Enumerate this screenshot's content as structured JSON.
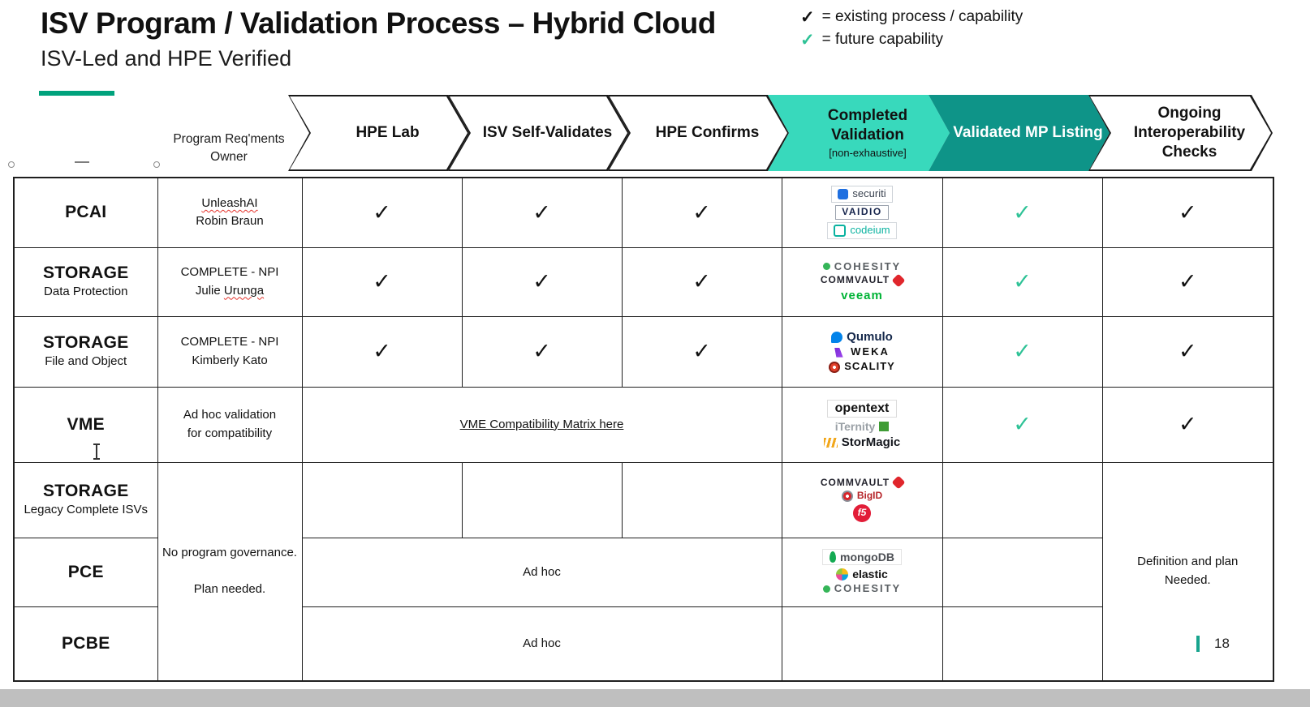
{
  "colors": {
    "accent_bar": "#00A27C",
    "future_check": "#2EC296",
    "chevron_light": "#38D9BC",
    "chevron_dark": "#0E9488",
    "table_border": "#1F1F1F",
    "page_marker": "#18A48E"
  },
  "slide": {
    "title": "ISV Program / Validation Process – Hybrid Cloud",
    "subtitle": "ISV-Led and HPE Verified",
    "page_number": "18"
  },
  "legend": {
    "existing_symbol": "✓",
    "existing_label": "= existing process / capability",
    "future_symbol": "✓",
    "future_label": "= future capability"
  },
  "header": {
    "owner_line1": "Program Req'ments",
    "owner_line2": "Owner",
    "stages": [
      {
        "label": "HPE Lab"
      },
      {
        "label": "ISV Self-Validates"
      },
      {
        "label": "HPE Confirms"
      },
      {
        "label": "Completed Validation",
        "sub": "[non-exhaustive]"
      },
      {
        "label": "Validated MP Listing"
      },
      {
        "label": "Ongoing Interoperability Checks"
      }
    ]
  },
  "rows": [
    {
      "label": "PCAI",
      "owner1": "UnleashAI",
      "owner2": "Robin Braun",
      "lab_check": "✓",
      "self_check": "✓",
      "confirm_check": "✓",
      "logos": [
        {
          "label": "securiti",
          "class": "securiti"
        },
        {
          "label": "VAIDIO",
          "class": "vaidio"
        },
        {
          "label": "codeium",
          "class": "codeium"
        }
      ],
      "mp_check": "✓",
      "ongoing_check": "✓"
    },
    {
      "label": "STORAGE",
      "sublabel": "Data Protection",
      "owner1": "COMPLETE - NPI",
      "owner2_plain": "Julie",
      "owner2_misspelled": "Urunga",
      "lab_check": "✓",
      "self_check": "✓",
      "confirm_check": "✓",
      "logos": [
        {
          "label": "COHESITY",
          "class": "cohesity"
        },
        {
          "label": "COMMVAULT",
          "class": "commvault"
        },
        {
          "label": "veeam",
          "class": "veeam"
        }
      ],
      "mp_check": "✓",
      "ongoing_check": "✓"
    },
    {
      "label": "STORAGE",
      "sublabel": "File and Object",
      "owner1": "COMPLETE - NPI",
      "owner2": "Kimberly Kato",
      "lab_check": "✓",
      "self_check": "✓",
      "confirm_check": "✓",
      "logos": [
        {
          "label": "Qumulo",
          "class": "qumulo"
        },
        {
          "label": "WEKA",
          "class": "weka"
        },
        {
          "label": "SCALITY",
          "class": "scality"
        }
      ],
      "mp_check": "✓",
      "ongoing_check": "✓"
    },
    {
      "label": "VME",
      "owner1": "Ad hoc validation",
      "owner2": "for compatibility",
      "link_text": "VME Compatibility Matrix here",
      "logos": [
        {
          "label": "opentext",
          "class": "opentext"
        },
        {
          "label": "iTernity",
          "class": "iternity"
        },
        {
          "label": "StorMagic",
          "class": "stormagic"
        }
      ],
      "mp_check": "✓",
      "ongoing_check": "✓"
    },
    {
      "label": "STORAGE",
      "sublabel": "Legacy Complete ISVs",
      "logos": [
        {
          "label": "COMMVAULT",
          "class": "commvault"
        },
        {
          "label": "BigID",
          "class": "bigid"
        },
        {
          "label": "f5",
          "class": "f5"
        }
      ]
    },
    {
      "label": "PCE",
      "merged_label": "Ad hoc",
      "logos": [
        {
          "label": "mongoDB",
          "class": "mongodb"
        },
        {
          "label": "elastic",
          "class": "elastic"
        },
        {
          "label": "COHESITY",
          "class": "cohesity"
        }
      ]
    },
    {
      "label": "PCBE",
      "merged_label": "Ad hoc",
      "logos": []
    }
  ],
  "merged": {
    "governance_line1": "No program governance.",
    "governance_line2": "Plan needed.",
    "definition_line1": "Definition and plan",
    "definition_line2": "Needed."
  }
}
